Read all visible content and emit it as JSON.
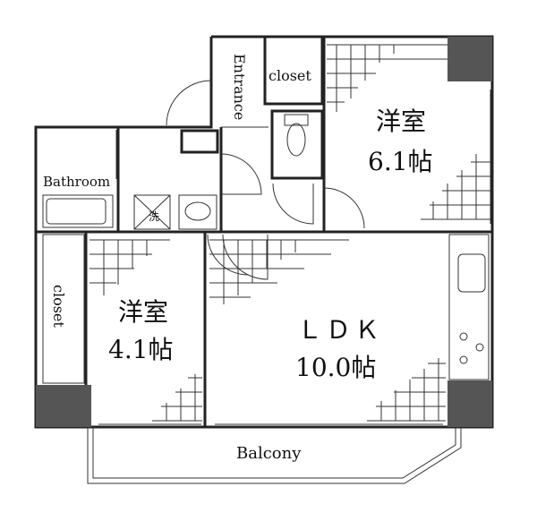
{
  "rooms": {
    "entrance": "Entrance",
    "closet_top": "closet",
    "bathroom": "Bathroom",
    "closet_left": "closet",
    "western_large": {
      "name": "洋室",
      "size": "6.1帖"
    },
    "western_small": {
      "name": "洋室",
      "size": "4.1帖"
    },
    "ldk": {
      "name": "ＬＤＫ",
      "size": "10.0帖"
    },
    "balcony": "Balcony",
    "washer_mark": "洗"
  },
  "colors": {
    "wall": "#222222",
    "pillar": "#555555",
    "background": "#ffffff"
  }
}
